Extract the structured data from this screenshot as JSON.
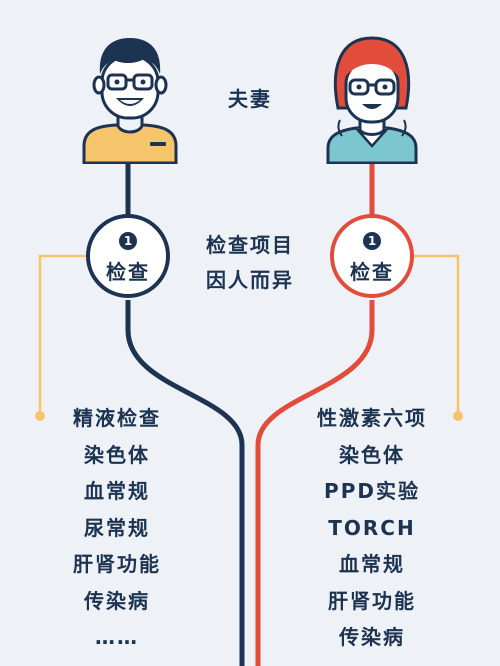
{
  "title": "夫妻",
  "center_note": {
    "line1": "检查项目",
    "line2": "因人而异"
  },
  "husband": {
    "node_number": "1",
    "node_label": "检查",
    "items": [
      "精液检查",
      "染色体",
      "血常规",
      "尿常规",
      "肝肾功能",
      "传染病",
      "……"
    ]
  },
  "wife": {
    "node_number": "1",
    "node_label": "检查",
    "items": [
      "性激素六项",
      "染色体",
      "PPD实验",
      "TORCH",
      "血常规",
      "肝肾功能",
      "传染病"
    ]
  },
  "colors": {
    "background": "#eef2f7",
    "husband_line": "#1c3351",
    "wife_line": "#e24c3b",
    "branch": "#f5c46b",
    "text": "#1c3351"
  }
}
